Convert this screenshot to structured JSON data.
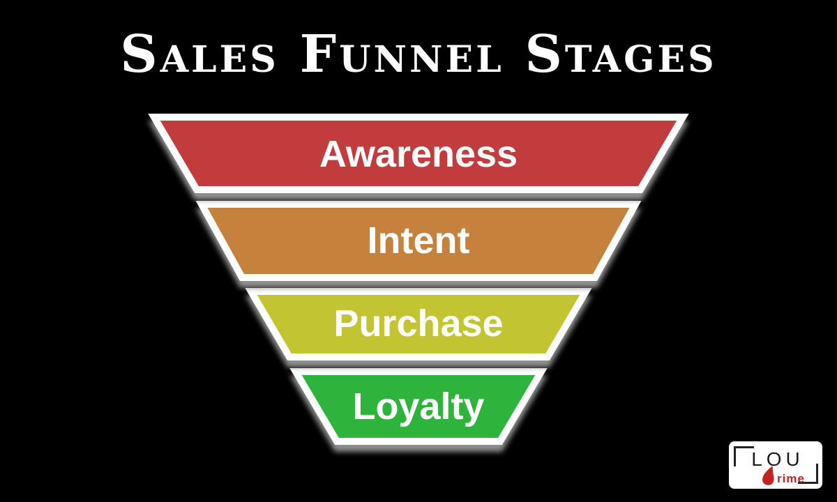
{
  "title": "Sales Funnel Stages",
  "background_color": "#000000",
  "funnel": {
    "border_color": "#FFFFFF",
    "label_color": "#FFFFFF",
    "shadow_color": "#909090",
    "stages": [
      {
        "label": "Awareness",
        "color": "#C23A3C"
      },
      {
        "label": "Intent",
        "color": "#C6813E"
      },
      {
        "label": "Purchase",
        "color": "#C2C431"
      },
      {
        "label": "Loyalty",
        "color": "#2EB43E"
      }
    ]
  },
  "logo": {
    "name": "LOU Prime",
    "text_main": "LOU",
    "text_sub": "rime",
    "accent_color": "#C32222",
    "text_color": "#1C1C1C",
    "background": "#FFFFFF"
  }
}
